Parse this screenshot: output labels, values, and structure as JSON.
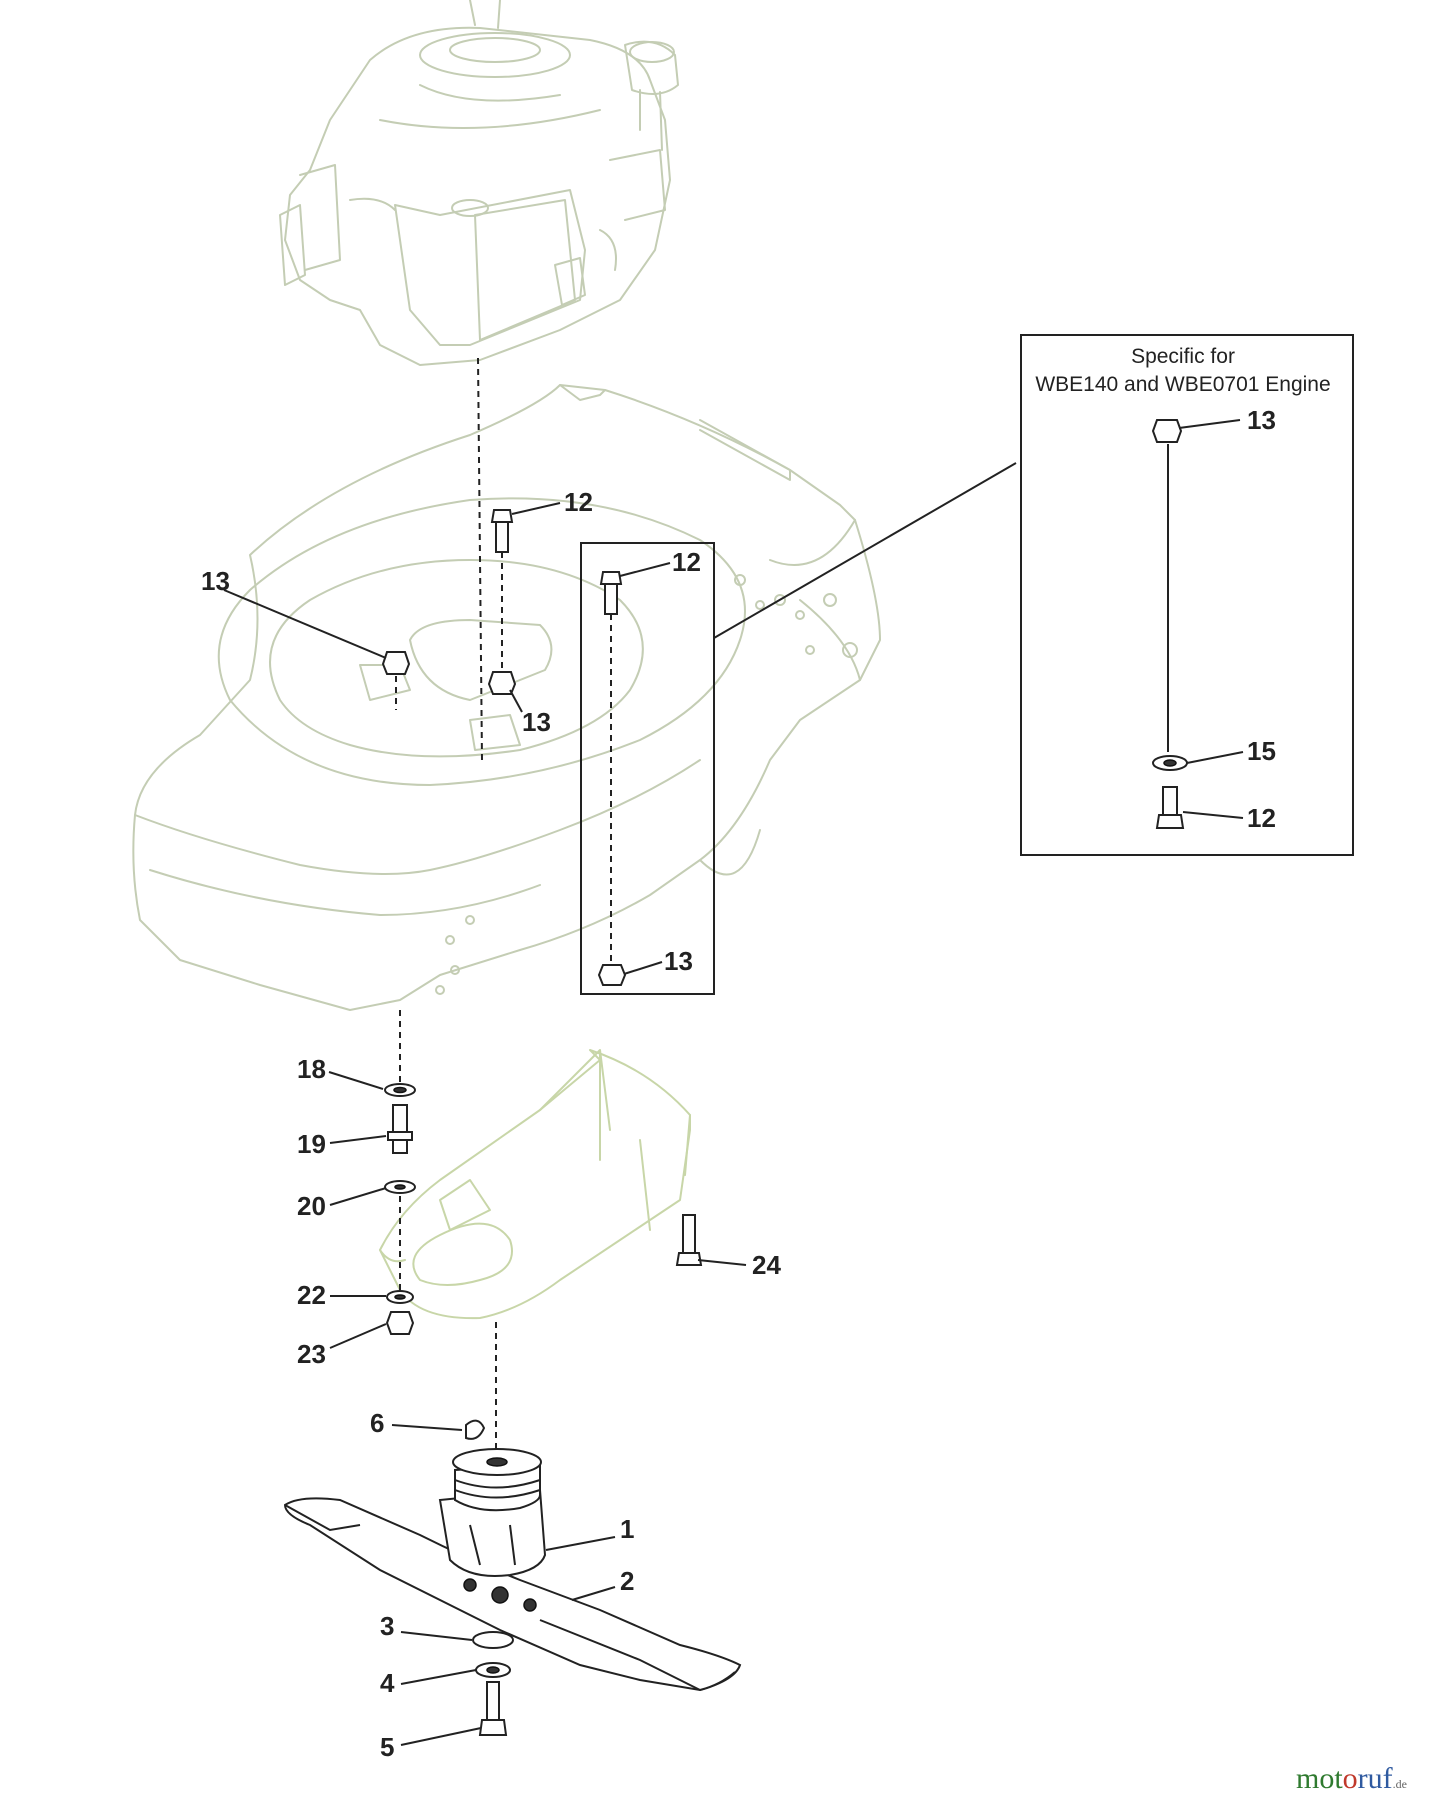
{
  "inset": {
    "title_line1": "Specific for",
    "title_line2": "WBE140 and WBE0701 Engine",
    "callouts": [
      "13",
      "15",
      "12"
    ]
  },
  "callouts": {
    "c12a": "12",
    "c12b": "12",
    "c13a": "13",
    "c13b": "13",
    "c13c": "13",
    "c18": "18",
    "c19": "19",
    "c20": "20",
    "c22": "22",
    "c23": "23",
    "c24": "24",
    "c6": "6",
    "c1": "1",
    "c2": "2",
    "c3": "3",
    "c4": "4",
    "c5": "5"
  },
  "watermark": {
    "part1": "mot",
    "part2": "o",
    "part3": "ruf",
    "suffix": ".de"
  },
  "colors": {
    "outline_engine_deck": "#c4cdb4",
    "outline_baffle": "#c8d6a8",
    "ink": "#222222"
  }
}
